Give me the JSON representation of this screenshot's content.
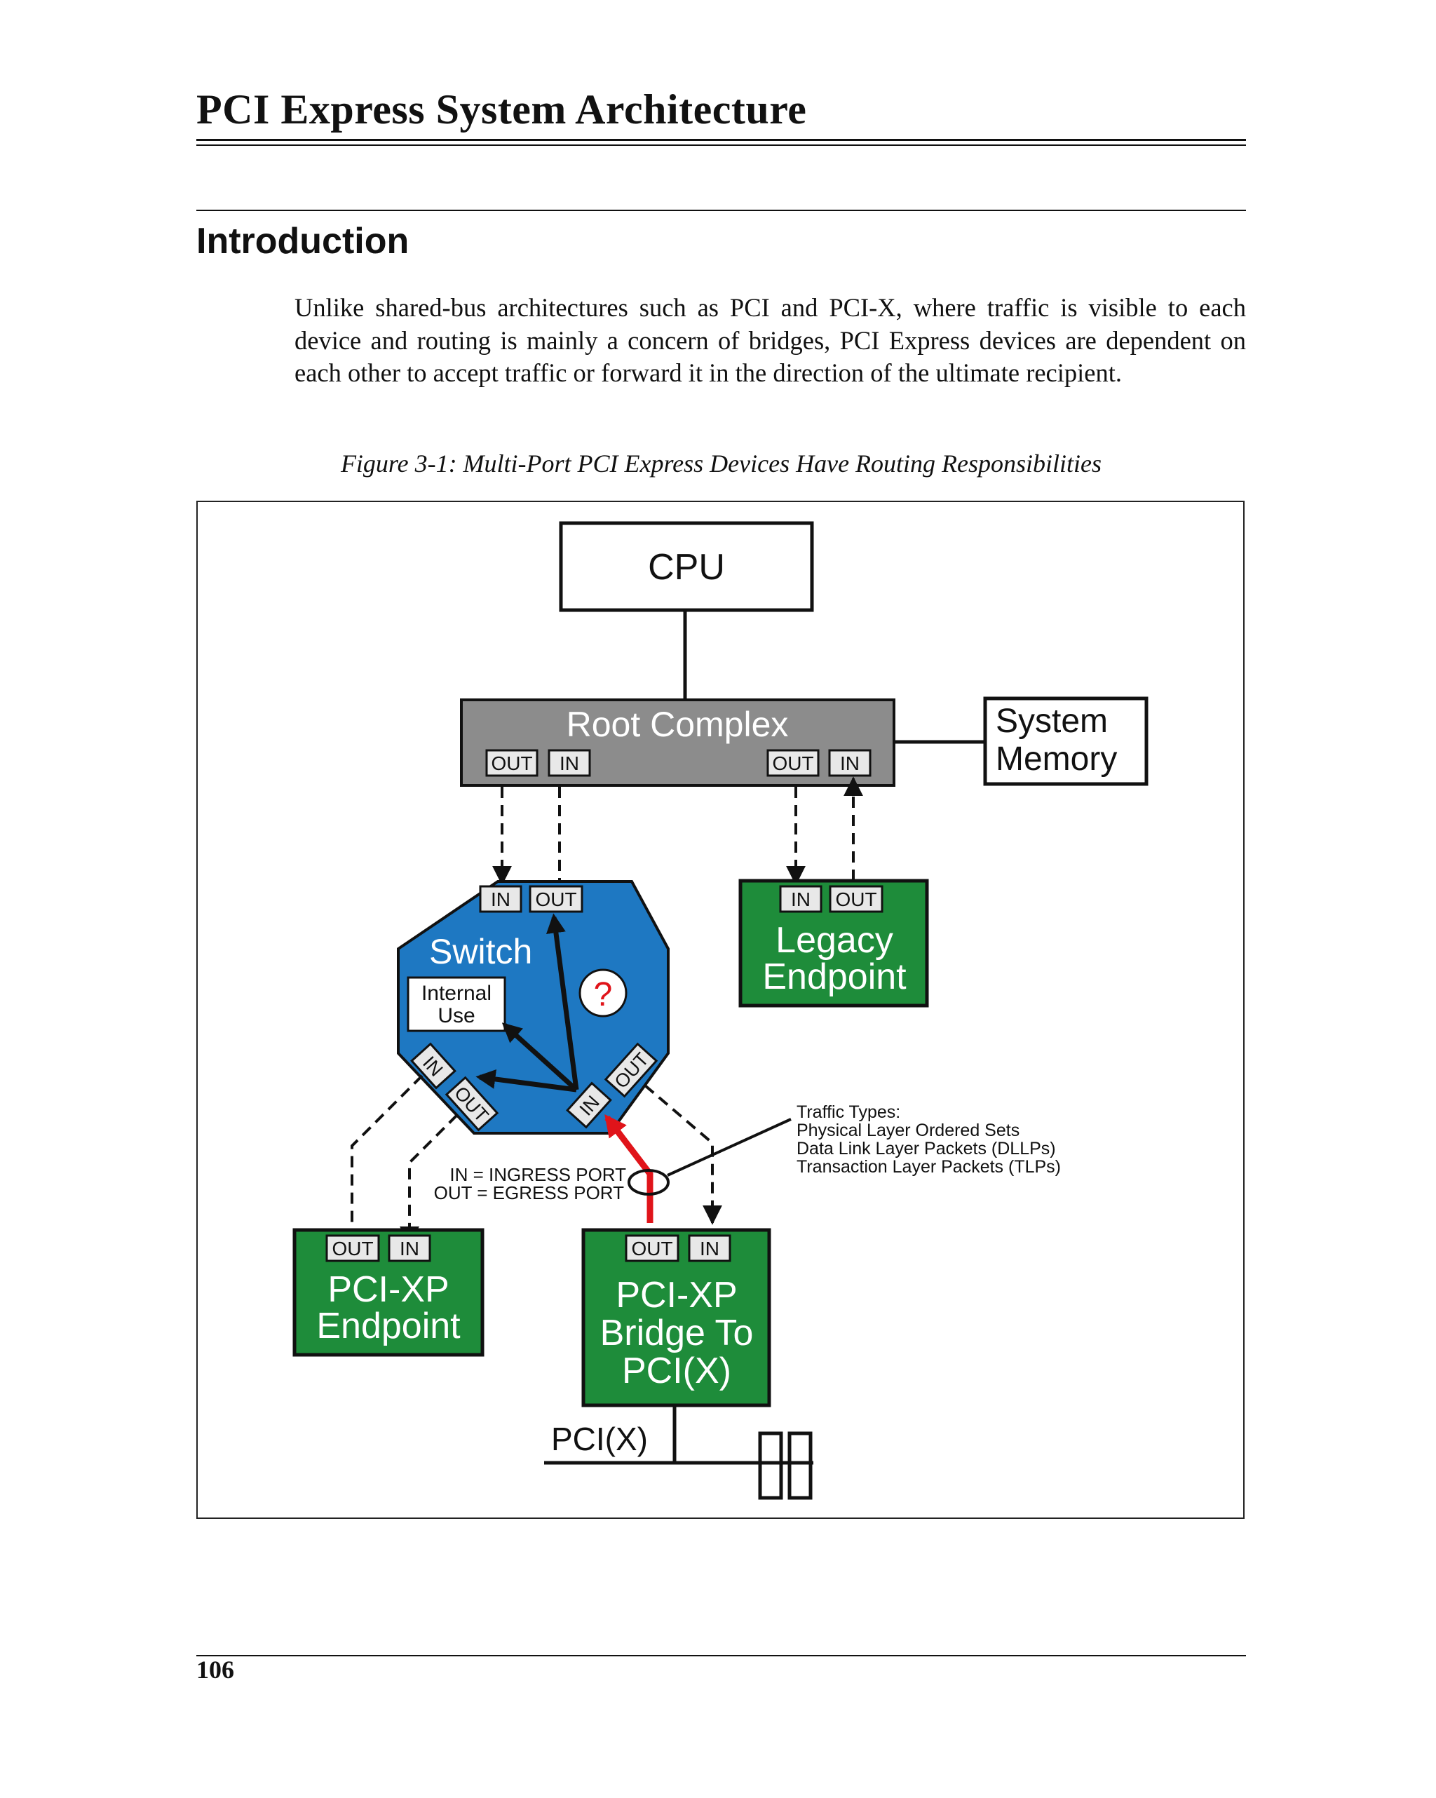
{
  "page": {
    "running_header": "PCI Express System Architecture",
    "section_title": "Introduction",
    "body_paragraph": "Unlike shared-bus architectures such as PCI and PCI-X, where traffic is visible to each device and routing is mainly a concern of bridges, PCI Express devices are dependent on each other to accept traffic or forward it in the direction of the ultimate recipient.",
    "figure_caption": "Figure 3-1: Multi-Port PCI Express Devices Have Routing Responsibilities",
    "page_number": "106"
  },
  "figure": {
    "cpu": "CPU",
    "root_complex": "Root Complex",
    "system_memory": [
      "System",
      "Memory"
    ],
    "switch": "Switch",
    "internal_use": [
      "Internal",
      "Use"
    ],
    "question_mark": "?",
    "legacy_endpoint": [
      "Legacy",
      "Endpoint"
    ],
    "pcixp_endpoint": [
      "PCI-XP",
      "Endpoint"
    ],
    "pcixp_bridge": [
      "PCI-XP",
      "Bridge To",
      "PCI(X)"
    ],
    "pcix_bus": "PCI(X)",
    "port_in": "IN",
    "port_out": "OUT",
    "legend": [
      "IN = INGRESS PORT",
      "OUT = EGRESS PORT"
    ],
    "traffic_types": [
      "Traffic Types:",
      "Physical Layer Ordered Sets",
      "Data Link Layer Packets (DLLPs)",
      "Transaction Layer Packets (TLPs)"
    ],
    "colors": {
      "root_complex": "#8c8c8c",
      "switch": "#1e78c2",
      "endpoint_green": "#1e8c3a",
      "highlight_arrow": "#e0141a"
    }
  }
}
